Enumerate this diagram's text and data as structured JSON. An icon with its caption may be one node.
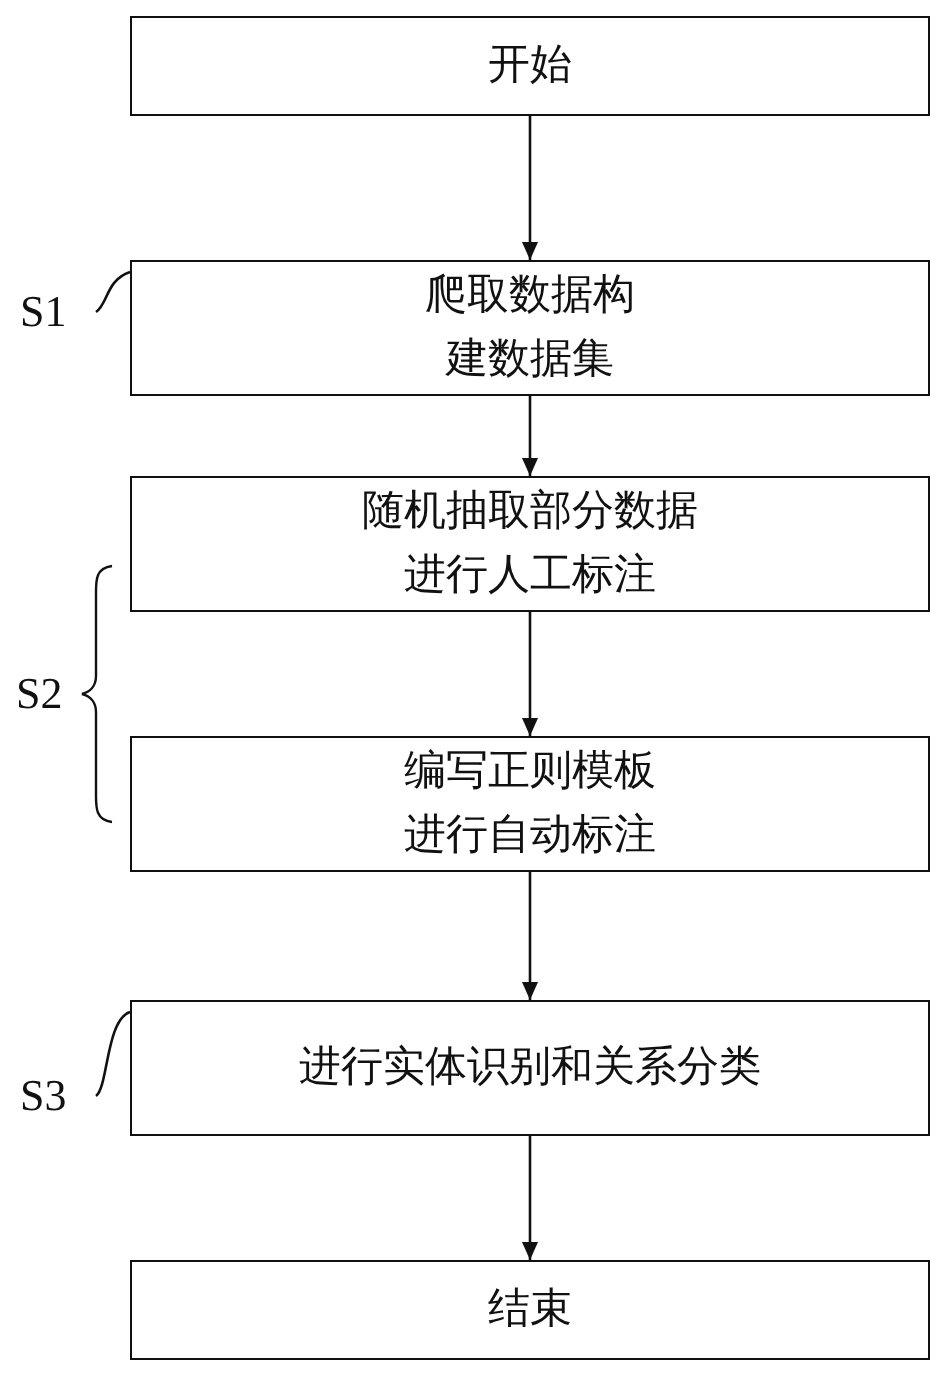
{
  "diagram": {
    "nodes": [
      {
        "text": [
          "开始"
        ]
      },
      {
        "text": [
          "爬取数据构建数据集"
        ]
      },
      {
        "text": [
          "随机抽取部分数据进行人工标注"
        ]
      },
      {
        "text": [
          "编写正则模板进行自动标注"
        ]
      },
      {
        "text": [
          "进行实体识别和关系分类"
        ]
      },
      {
        "text": [
          "结束"
        ]
      },
      {
        "text": [
          "S1"
        ]
      },
      {
        "text": [
          "S3"
        ]
      }
    ],
    "edges": [
      {
        "from": 0,
        "to": 1,
        "arrow": "to"
      },
      {
        "from": 1,
        "to": 2,
        "arrow": "to"
      },
      {
        "from": 2,
        "to": 3,
        "arrow": "to"
      },
      {
        "from": 3,
        "to": 4,
        "arrow": "to"
      },
      {
        "from": 4,
        "to": 5,
        "arrow": "to"
      },
      {
        "from": 6,
        "to": 1,
        "arrow": "none"
      },
      {
        "from": 7,
        "to": 4,
        "arrow": "none"
      }
    ],
    "labels": [
      "S2"
    ]
  }
}
